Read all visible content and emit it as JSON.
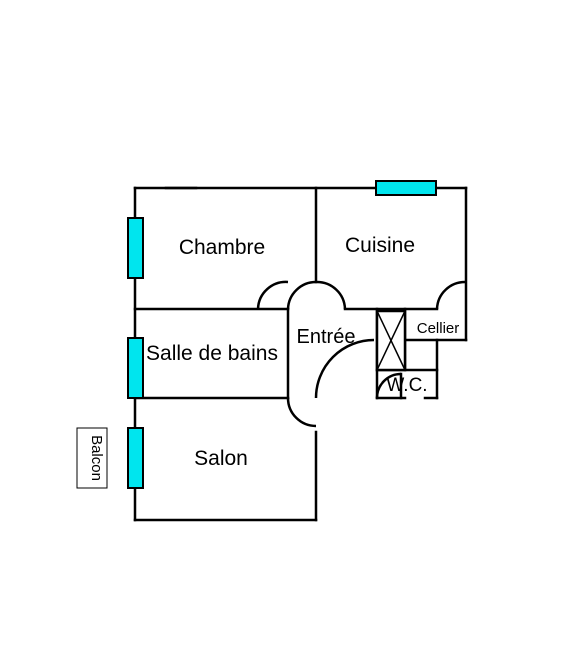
{
  "plan": {
    "rooms": {
      "chambre": "Chambre",
      "cuisine": "Cuisine",
      "entree": "Entrée",
      "cellier": "Cellier",
      "salle_de_bains": "Salle de bains",
      "wc": "W.C.",
      "salon": "Salon",
      "balcon": "Balcon"
    },
    "colors": {
      "walls": "#000000",
      "windows": "#00e5ee",
      "background": "#ffffff"
    },
    "icons": {
      "window": "window-icon",
      "door": "door-swing-icon",
      "cupboard": "cupboard-cross-icon"
    }
  }
}
